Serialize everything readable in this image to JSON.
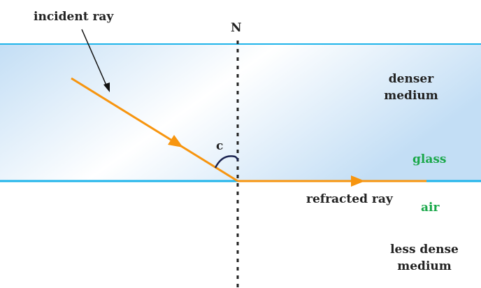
{
  "labels": {
    "incident_ray": "incident ray",
    "normal": "N",
    "denser_line1": "denser",
    "denser_line2": "medium",
    "angle": "c",
    "glass": "glass",
    "refracted_ray": "refracted ray",
    "air": "air",
    "less_dense_line1": "less dense",
    "less_dense_line2": "medium"
  },
  "colors": {
    "ray": "#f7950f",
    "boundary": "#1fb4ea",
    "glass_fill": "#c9e3f7",
    "medium_label": "#1aa84a",
    "arc": "#1a2350"
  }
}
